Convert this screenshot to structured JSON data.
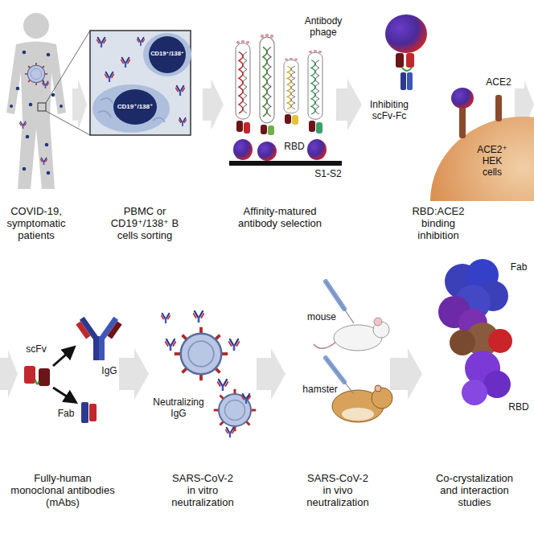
{
  "diagram": {
    "nodes": [
      {
        "text": [
          "COVID-19, symptomatic patients"
        ]
      },
      {
        "text": [
          "PBMC or CD19⁺/138⁺ B cells sorting"
        ]
      },
      {
        "text": [
          "Affinity-matured antibody selection"
        ]
      },
      {
        "text": [
          "RBD:ACE2 binding inhibition"
        ]
      },
      {
        "text": [
          "Fully-human monoclonal antibodies (mAbs)"
        ]
      },
      {
        "text": [
          "SARS-CoV-2 in vitro neutralization"
        ]
      },
      {
        "text": [
          "SARS-CoV-2 in vivo neutralization"
        ]
      },
      {
        "text": [
          "Co-crystalization and interaction studies"
        ]
      }
    ],
    "edges": [
      {
        "from": 0,
        "to": 1,
        "arrow": "to"
      },
      {
        "from": 1,
        "to": 2,
        "arrow": "to"
      },
      {
        "from": 2,
        "to": 3,
        "arrow": "to"
      },
      {
        "from": 4,
        "to": 5,
        "arrow": "to"
      },
      {
        "from": 5,
        "to": 6,
        "arrow": "to"
      },
      {
        "from": 6,
        "to": 7,
        "arrow": "to"
      }
    ],
    "labels": [
      "CD19⁺/138⁺",
      "CD19⁺/138⁺",
      "Antibody phage",
      "RBD",
      "S1-S2",
      "ACE2",
      "Inhibiting scFv-Fc",
      "ACE2⁺ HEK cells",
      "scFv",
      "IgG",
      "Fab",
      "Neutralizing IgG",
      "mouse",
      "hamster",
      "Fab",
      "RBD"
    ]
  }
}
